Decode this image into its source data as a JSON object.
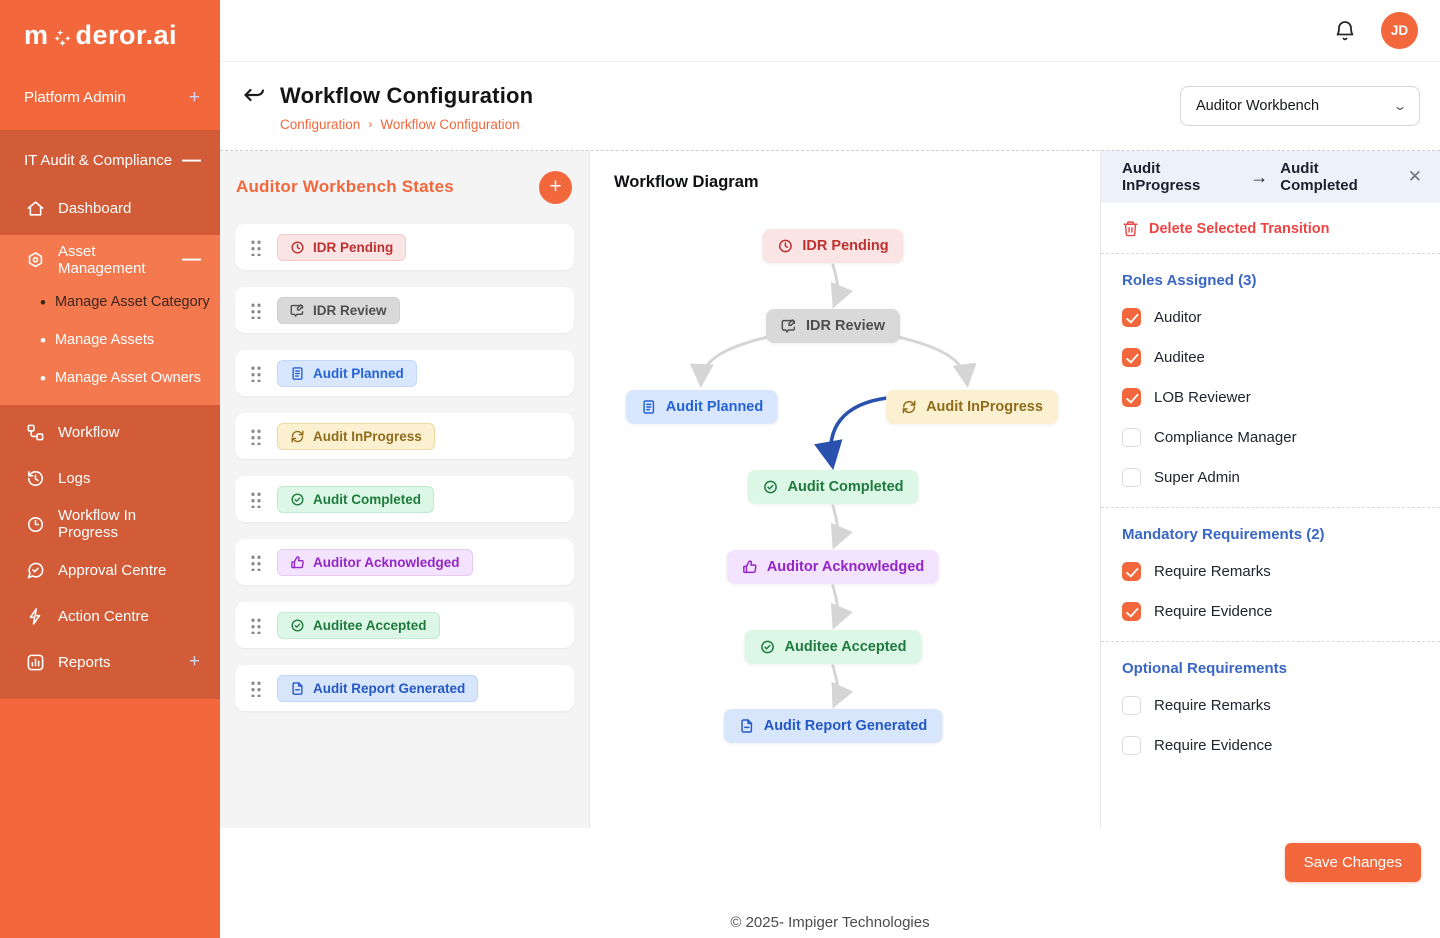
{
  "sidebar": {
    "logo_pre": "m",
    "logo_post": "deror.ai",
    "platform_admin": "Platform Admin",
    "section_title": "IT Audit & Compliance",
    "dashboard": "Dashboard",
    "asset_management": "Asset Management",
    "sub_items": [
      "Manage Asset Category",
      "Manage Assets",
      "Manage Asset Owners"
    ],
    "items": [
      "Workflow",
      "Logs",
      "Workflow In Progress",
      "Approval Centre",
      "Action Centre",
      "Reports"
    ]
  },
  "topbar": {
    "avatar_initials": "JD"
  },
  "header": {
    "title": "Workflow Configuration",
    "breadcrumb": [
      "Configuration",
      "Workflow Configuration"
    ],
    "breadcrumb_sep": "›",
    "workbench_select_value": "Auditor Workbench"
  },
  "states_panel": {
    "title": "Auditor Workbench States",
    "add_label": "+"
  },
  "states": [
    {
      "label": "IDR Pending",
      "color": "#BE3030",
      "bg": "#FBE4E4",
      "icon": "clock"
    },
    {
      "label": "IDR Review",
      "color": "#4E4E4E",
      "bg": "#D9D9D9",
      "icon": "clipboard"
    },
    {
      "label": "Audit Planned",
      "color": "#2563D4",
      "bg": "#D9E7FE",
      "icon": "document"
    },
    {
      "label": "Audit InProgress",
      "color": "#8F6C1C",
      "bg": "#FBF0D0",
      "icon": "refresh"
    },
    {
      "label": "Audit Completed",
      "color": "#1F7A3D",
      "bg": "#DCF7E6",
      "icon": "check-circle"
    },
    {
      "label": "Auditor Acknowledged",
      "color": "#9326C9",
      "bg": "#F4E3FD",
      "icon": "thumbs-up"
    },
    {
      "label": "Auditee Accepted",
      "color": "#1F7A3D",
      "bg": "#DCF7E6",
      "icon": "check-circle"
    },
    {
      "label": "Audit Report Generated",
      "color": "#2458C5",
      "bg": "#D8E6FC",
      "icon": "file"
    }
  ],
  "diagram": {
    "title": "Workflow Diagram"
  },
  "transition_panel": {
    "from": "Audit InProgress",
    "to": "Audit Completed",
    "arrow": "→",
    "close": "✕",
    "delete_label": "Delete Selected Transition",
    "sections": [
      {
        "heading": "Roles Assigned (3)",
        "items": [
          {
            "label": "Auditor",
            "checked": true
          },
          {
            "label": "Auditee",
            "checked": true
          },
          {
            "label": "LOB Reviewer",
            "checked": true
          },
          {
            "label": "Compliance Manager",
            "checked": false
          },
          {
            "label": "Super Admin",
            "checked": false
          }
        ]
      },
      {
        "heading": "Mandatory Requirements (2)",
        "items": [
          {
            "label": "Require Remarks",
            "checked": true
          },
          {
            "label": "Require Evidence",
            "checked": true
          }
        ]
      },
      {
        "heading": "Optional Requirements",
        "items": [
          {
            "label": "Require Remarks",
            "checked": false
          },
          {
            "label": "Require Evidence",
            "checked": false
          }
        ]
      }
    ]
  },
  "footer": {
    "save_label": "Save Changes",
    "copyright": "© 2025- Impiger Technologies"
  },
  "colors": {
    "brand_orange": "#F2683C",
    "sidebar_section": "#D25C38",
    "sidebar_submenu": "#F5794F",
    "selected_edge_blue": "#2B51AE",
    "edge_gray": "#D5D5D5",
    "heading_blue": "#3A66C4",
    "danger_red": "#EF4444",
    "transition_header_bg": "#EDF1F9"
  }
}
